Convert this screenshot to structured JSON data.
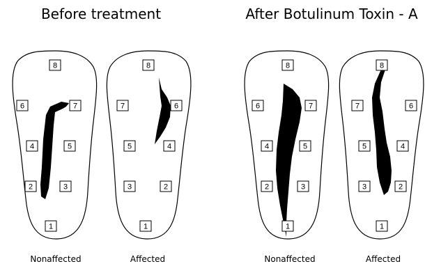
{
  "titles": {
    "before": "Before treatment",
    "after": "After Botulinum Toxin - A"
  },
  "feet": [
    {
      "caption": "Nonaffected",
      "sensors": [
        "8",
        "6",
        "7",
        "4",
        "5",
        "2",
        "3",
        "1"
      ]
    },
    {
      "caption": "Affected",
      "sensors": [
        "8",
        "7",
        "6",
        "5",
        "4",
        "3",
        "2",
        "1"
      ]
    },
    {
      "caption": "Nonaffected",
      "sensors": [
        "8",
        "6",
        "7",
        "4",
        "5",
        "2",
        "3",
        "1"
      ]
    },
    {
      "caption": "Affected",
      "sensors": [
        "8",
        "7",
        "6",
        "5",
        "4",
        "3",
        "2",
        "1"
      ]
    }
  ],
  "colors": {
    "ink": "#000000",
    "background": "#ffffff"
  }
}
